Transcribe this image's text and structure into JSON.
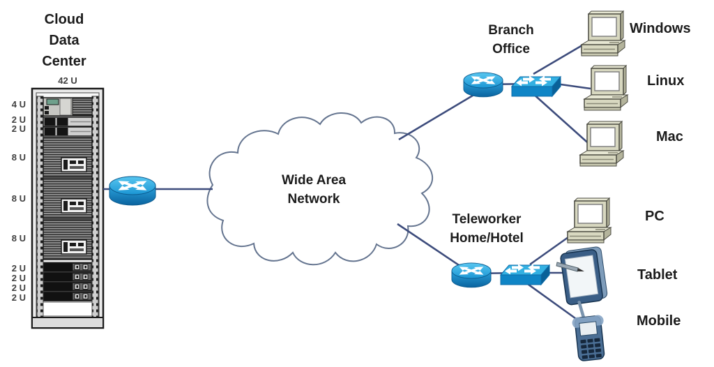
{
  "colors": {
    "connection_line": "#3d4c7c",
    "cloud_outline": "#64748f",
    "device_blue": "#1390d0",
    "device_blue_light": "#3eb8e8",
    "device_blue_dark": "#0b639f",
    "computer_beige": "#d8d8c0",
    "mobile_device_blue": "#4a6e94",
    "text": "#1b1b1b"
  },
  "cloud_data_center": {
    "label": "Cloud Data Center",
    "rack": {
      "top_label": "42 U",
      "side_labels": [
        "4 U",
        "2 U",
        "2 U",
        "8 U",
        "8 U",
        "8 U",
        "2 U",
        "2 U",
        "2 U",
        "2 U"
      ]
    }
  },
  "wan": {
    "label": "Wide Area Network"
  },
  "branch_office": {
    "label": "Branch Office",
    "devices": [
      "Windows",
      "Linux",
      "Mac"
    ]
  },
  "teleworker": {
    "label": "Teleworker Home/Hotel",
    "devices": [
      "PC",
      "Tablet",
      "Mobile"
    ]
  }
}
